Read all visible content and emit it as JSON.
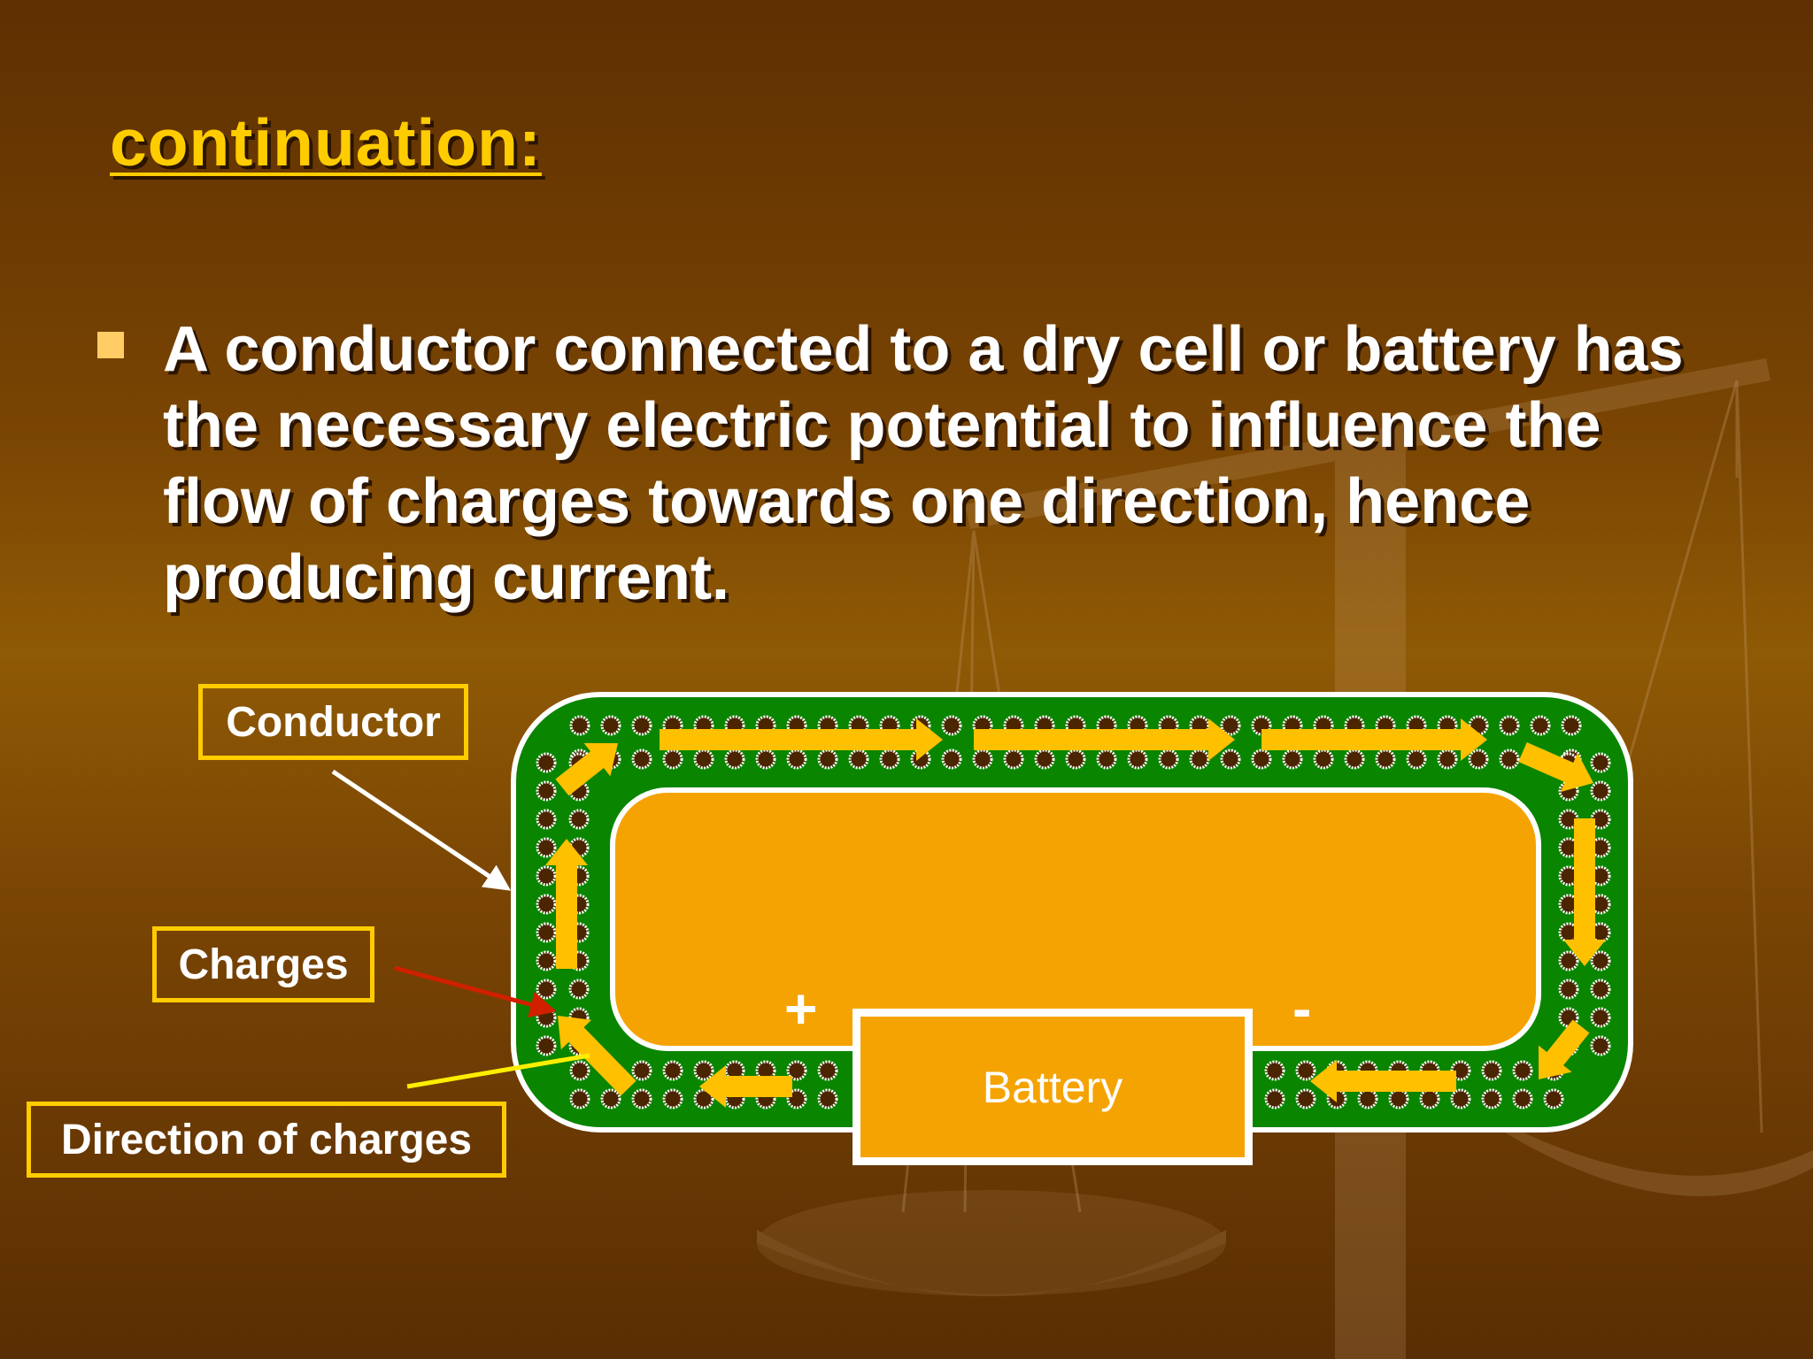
{
  "slide": {
    "title": "continuation:",
    "bullet": "A conductor connected to a dry cell or battery has the necessary electric potential to influence the flow of charges towards one direction, hence producing current."
  },
  "diagram": {
    "labels": {
      "conductor": "Conductor",
      "charges": "Charges",
      "direction": "Direction of charges",
      "battery": "Battery",
      "positive": "+",
      "negative": "-"
    },
    "colors": {
      "conductor": "#0a8500",
      "inner": "#f5a302",
      "charge_fill": "#4a2500",
      "charge_ring": "#ffffff",
      "flow_arrow": "#ffc000",
      "callout_border": "#ffcc00",
      "charges_pointer": "#d02000",
      "direction_pointer": "#ffee00",
      "conductor_pointer": "#ffffff"
    }
  }
}
